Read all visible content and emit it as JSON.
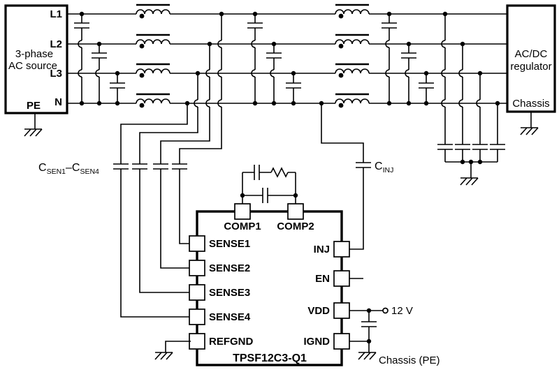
{
  "source": {
    "title1": "3-phase",
    "title2": "AC source",
    "l1": "L1",
    "l2": "L2",
    "l3": "L3",
    "n": "N",
    "pe": "PE"
  },
  "regulator": {
    "title1": "AC/DC",
    "title2": "regulator",
    "chassis": "Chassis"
  },
  "ic": {
    "part": "TPSF12C3-Q1",
    "comp1": "COMP1",
    "comp2": "COMP2",
    "sense1": "SENSE1",
    "sense2": "SENSE2",
    "sense3": "SENSE3",
    "sense4": "SENSE4",
    "refgnd": "REFGND",
    "inj": "INJ",
    "en": "EN",
    "vdd": "VDD",
    "ignd": "IGND"
  },
  "capacitors": {
    "csen_c": "C",
    "csen_sub1": "SEN1",
    "csen_mid": "–C",
    "csen_sub2": "SEN4",
    "cinj_c": "C",
    "cinj_sub": "INJ"
  },
  "power": {
    "supply": "12 V",
    "chassis_pe": "Chassis (PE)"
  },
  "colors": {
    "line": "#000000",
    "background": "#ffffff"
  }
}
